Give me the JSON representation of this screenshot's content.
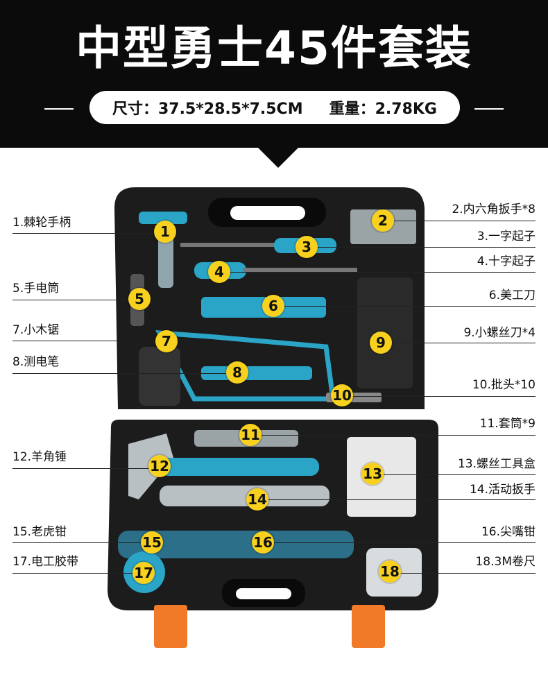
{
  "header": {
    "title": "中型勇士45件套装",
    "size_text": "尺寸：37.5*28.5*7.5CM",
    "weight_text": "重量：2.78KG"
  },
  "colors": {
    "header_bg": "#0b0b0b",
    "badge": "#f7d11d",
    "case": "#1c1c1c",
    "accent": "#2aa5c7",
    "latch": "#f07a28"
  },
  "labels": {
    "l1": "1.棘轮手柄",
    "l2": "2.内六角扳手*8",
    "l3": "3.一字起子",
    "l4": "4.十字起子",
    "l5": "5.手电筒",
    "l6": "6.美工刀",
    "l7": "7.小木锯",
    "l8": "8.测电笔",
    "l9": "9.小螺丝刀*4",
    "l10": "10.批头*10",
    "l11": "11.套筒*9",
    "l12": "12.羊角锤",
    "l13": "13.螺丝工具盒",
    "l14": "14.活动扳手",
    "l15": "15.老虎钳",
    "l16": "16.尖嘴钳",
    "l17": "17.电工胶带",
    "l18": "18.3M卷尺"
  },
  "badges": {
    "b1": "1",
    "b2": "2",
    "b3": "3",
    "b4": "4",
    "b5": "5",
    "b6": "6",
    "b7": "7",
    "b8": "8",
    "b9": "9",
    "b10": "10",
    "b11": "11",
    "b12": "12",
    "b13": "13",
    "b14": "14",
    "b15": "15",
    "b16": "16",
    "b17": "17",
    "b18": "18"
  }
}
